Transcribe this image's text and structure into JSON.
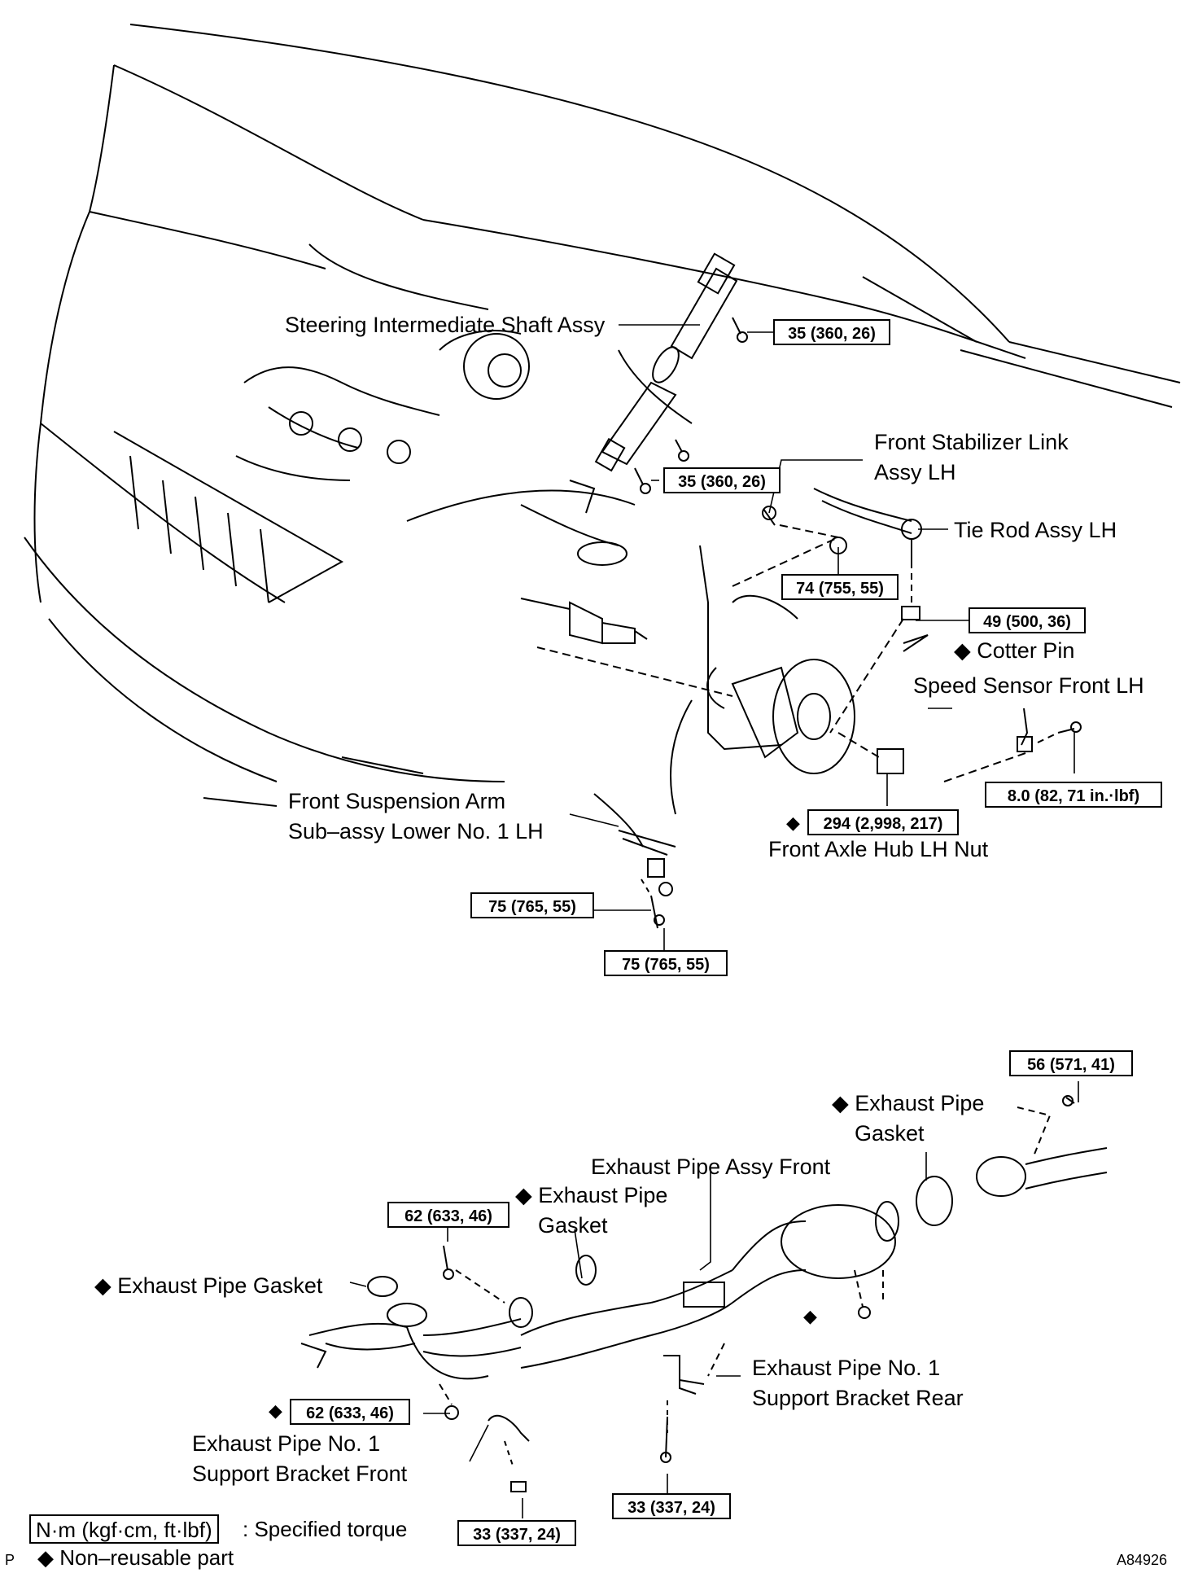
{
  "labels": {
    "steering_shaft": "Steering Intermediate Shaft Assy",
    "stabilizer_link": [
      "Front Stabilizer Link",
      "Assy LH"
    ],
    "tie_rod": "Tie Rod Assy LH",
    "cotter_pin": "Cotter Pin",
    "speed_sensor": "Speed Sensor Front LH",
    "suspension_arm": [
      "Front Suspension Arm",
      "Sub–assy Lower No. 1 LH"
    ],
    "axle_hub_nut": "Front Axle Hub LH Nut",
    "exhaust_pipe_gasket_rear": [
      "Exhaust Pipe",
      "Gasket"
    ],
    "exhaust_pipe_assy_front": "Exhaust Pipe Assy Front",
    "exhaust_pipe_gasket_mid": [
      "Exhaust Pipe",
      "Gasket"
    ],
    "exhaust_pipe_gasket_left": "Exhaust Pipe Gasket",
    "support_bracket_rear": [
      "Exhaust Pipe No. 1",
      "Support Bracket Rear"
    ],
    "support_bracket_front": [
      "Exhaust Pipe No. 1",
      "Support Bracket Front"
    ]
  },
  "torques": {
    "steering_upper": "35 (360, 26)",
    "steering_lower": "35 (360, 26)",
    "stabilizer_nut": "74 (755, 55)",
    "tie_rod_nut": "49 (500, 36)",
    "speed_sensor_bolt": "8.0 (82, 71 in.·lbf)",
    "axle_hub_nut": "294 (2,998, 217)",
    "arm_bolt": "75 (765, 55)",
    "arm_nut": "75 (765, 55)",
    "exhaust_rear_bolt": "56 (571, 41)",
    "exhaust_front_bolt": "62 (633, 46)",
    "exhaust_front_nut": "62 (633, 46)",
    "bracket_rear_bolt": "33 (337, 24)",
    "bracket_front_nut": "33 (337, 24)"
  },
  "symbols": {
    "non_reusable": "◆"
  },
  "legend": {
    "unit_box": "N·m (kgf·cm, ft·lbf)",
    "unit_text": ": Specified torque",
    "non_reusable_text": "Non–reusable part"
  },
  "corner": {
    "left": "P",
    "figure_id": "A84926"
  }
}
